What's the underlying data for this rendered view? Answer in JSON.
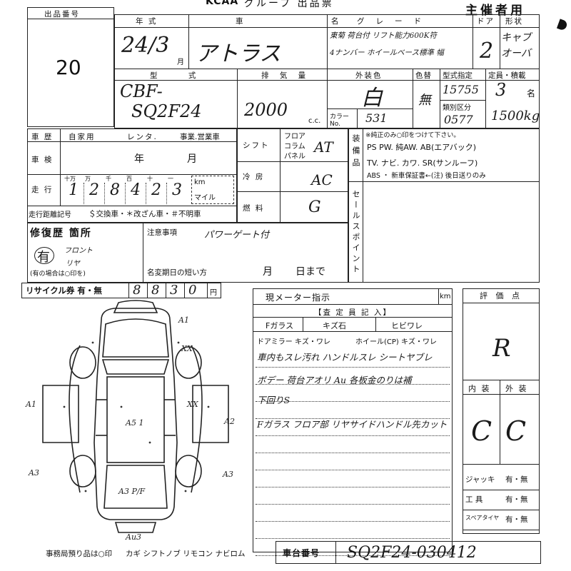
{
  "header": {
    "logo": "KCAA",
    "group_title": "グループ 出品票",
    "organizer": "主催者用"
  },
  "lot": {
    "label": "出品番号",
    "value": "20"
  },
  "vehicle": {
    "year_label": "年 式",
    "year_value": "24/3",
    "month_unit": "月",
    "name_label": "車 名",
    "name_value": "アトラス",
    "grade_label": "グレード",
    "grade_value_line1": "東菊 荷台付 リフト能力600K符",
    "grade_value_line2": "4ナンバー ホイールベース標準 幅",
    "door_label": "ドア",
    "door_value": "2",
    "shape_label": "形状",
    "shape_value": "キャブオーバ",
    "model_label": "型 式",
    "model_value_line1": "CBF-",
    "model_value_line2": "SQ2F24",
    "engine_label": "排 気 量",
    "engine_value": "2000",
    "engine_unit": "c.c.",
    "color_label": "外装色",
    "color_value": "白",
    "color_change_label": "色替",
    "color_change_value": "無",
    "color_code_label": "カラー No.",
    "color_code_value": "531",
    "type_cert_label": "型式指定",
    "type_cert_value": "15755",
    "class_label": "類別区分",
    "class_value": "0577",
    "capacity_label": "定員・積載",
    "capacity_value": "3",
    "capacity_unit": "名",
    "load_value": "1500kg"
  },
  "history": {
    "label": "車 歴",
    "options": [
      "自家用",
      "レンタ.",
      "事業.営業車"
    ],
    "inspection_label": "車 検",
    "inspection_year": "年",
    "inspection_month": "月",
    "mileage_label": "走 行",
    "mileage_units": [
      "十万",
      "万",
      "千",
      "百",
      "十",
      "一"
    ],
    "mileage_digits": [
      "1",
      "2",
      "8",
      "4",
      "2",
      "3"
    ],
    "mileage_unit_km": "km",
    "mileage_unit_mile": "マイル",
    "mileage_note_label": "走行距離記号",
    "mileage_note": "＄交換車・＊改ざん車・＃不明車"
  },
  "specs": {
    "shift_label": "シフト",
    "shift_options": [
      "フロア",
      "コラム",
      "パネル"
    ],
    "shift_value": "AT",
    "ac_label": "冷 房",
    "ac_value": "AC",
    "fuel_label": "燃 料",
    "fuel_value": "G"
  },
  "equipment": {
    "label": "装備品",
    "note": "※純正のみ○印をつけて下さい。",
    "line1": "PS  PW. 純AW. AB(エアバック)",
    "line2": "TV. ナビ. カワ. SR(サンルーフ)",
    "line3": "ABS ・ 新車保証書←(注) 後日送りのみ",
    "sales_point_label": "セールスポイント"
  },
  "repair": {
    "label": "修復歴 箇所",
    "value": "有",
    "note1": "フロント",
    "note2": "リヤ",
    "footnote": "(有の場合は○印を)",
    "caution_label": "注意事項",
    "caution_value": "パワーゲート付",
    "short_label": "名変期日の短い方",
    "short_month": "月",
    "short_day": "日まで"
  },
  "recycle": {
    "label": "リサイクル券 有・無",
    "value": [
      "8",
      "8",
      "3",
      "0"
    ],
    "unit": "円"
  },
  "inspector": {
    "meter_label": "現メーター指示",
    "meter_unit": "km",
    "section_label": "【査 定 員 記 入】",
    "glass_label": "Fガラス",
    "glass_options": [
      "キズ石",
      "ヒビワレ"
    ],
    "mirror_label": "ドアミラー キズ・ワレ",
    "wheel_label": "ホイール(CP) キズ・ワレ",
    "notes": [
      "車内もスレ汚れ ハンドルスレ シートヤブレ",
      "ボデー 荷台アオリ Au 各板金のりは補",
      "下回りS",
      "Fガラス フロア部 リヤサイドハンドル先カット"
    ]
  },
  "scores": {
    "overall_label": "評 価 点",
    "overall_value": "R",
    "interior_label": "内 装",
    "interior_value": "C",
    "exterior_label": "外 装",
    "exterior_value": "C",
    "rows": [
      {
        "label": "ジャッキ",
        "value": "有・無"
      },
      {
        "label": "工 具",
        "value": "有・無"
      },
      {
        "label": "スペアタイヤ",
        "value": "有・無"
      }
    ]
  },
  "diagram": {
    "marks": [
      "A1",
      "XX",
      "A1",
      "XX",
      "A2",
      "A3",
      "A3",
      "A3 P/F",
      "Au3",
      "A5 1"
    ]
  },
  "footer": {
    "office_note": "事務局預り品は○印",
    "items": "カギ シフトノブ リモコン ナビロム",
    "chassis_label": "車台番号",
    "chassis_value": "SQ2F24-030412"
  }
}
